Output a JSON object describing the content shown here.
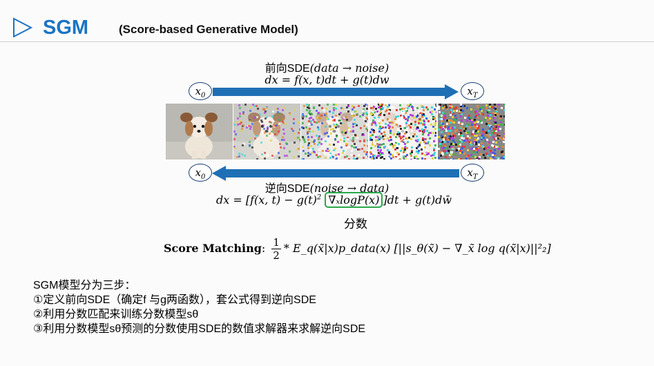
{
  "header": {
    "title": "SGM",
    "subtitle": "(Score-based Generative Model)",
    "accent_color": "#1a74c4",
    "icon": "play-triangle-outline-icon"
  },
  "forward": {
    "label_prefix": "前向SDE",
    "label_math": "(data → noise)",
    "equation": "dx = f(x, t)dt + g(t)dw",
    "start_node": "x",
    "start_sub": "0",
    "end_node": "x",
    "end_sub": "T"
  },
  "images": {
    "count": 5,
    "noise_levels": [
      0,
      0.3,
      0.6,
      0.9,
      1.0
    ]
  },
  "reverse": {
    "label_prefix": "逆向SDE",
    "label_math": "(noise → data)",
    "equation_left": "dx = [f(x, t) − g(t)",
    "equation_sup": "2",
    "score_term": "∇ₓlogP(x)",
    "equation_right": "]dt + g(t)dw̄",
    "start_node": "x",
    "start_sub": "T",
    "end_node": "x",
    "end_sub": "0",
    "score_label": "分数",
    "highlight_color": "#2aa84a"
  },
  "score_matching": {
    "name": "Score Matching",
    "colon": ":",
    "frac_num": "1",
    "frac_den": "2",
    "expression": "* E_q(x̃|x)p_data(x) [||s_θ(x̃) − ∇_x̃ log q(x̃|x)||²₂]"
  },
  "steps": {
    "intro": "SGM模型分为三步：",
    "step1": "①定义前向SDE（确定f 与g两函数），套公式得到逆向SDE",
    "step2": "②利用分数匹配来训练分数模型sθ",
    "step3": "③利用分数模型sθ预测的分数使用SDE的数值求解器来求解逆向SDE"
  },
  "colors": {
    "arrow": "#1f6fb5",
    "node_border": "#1a3c6e"
  }
}
